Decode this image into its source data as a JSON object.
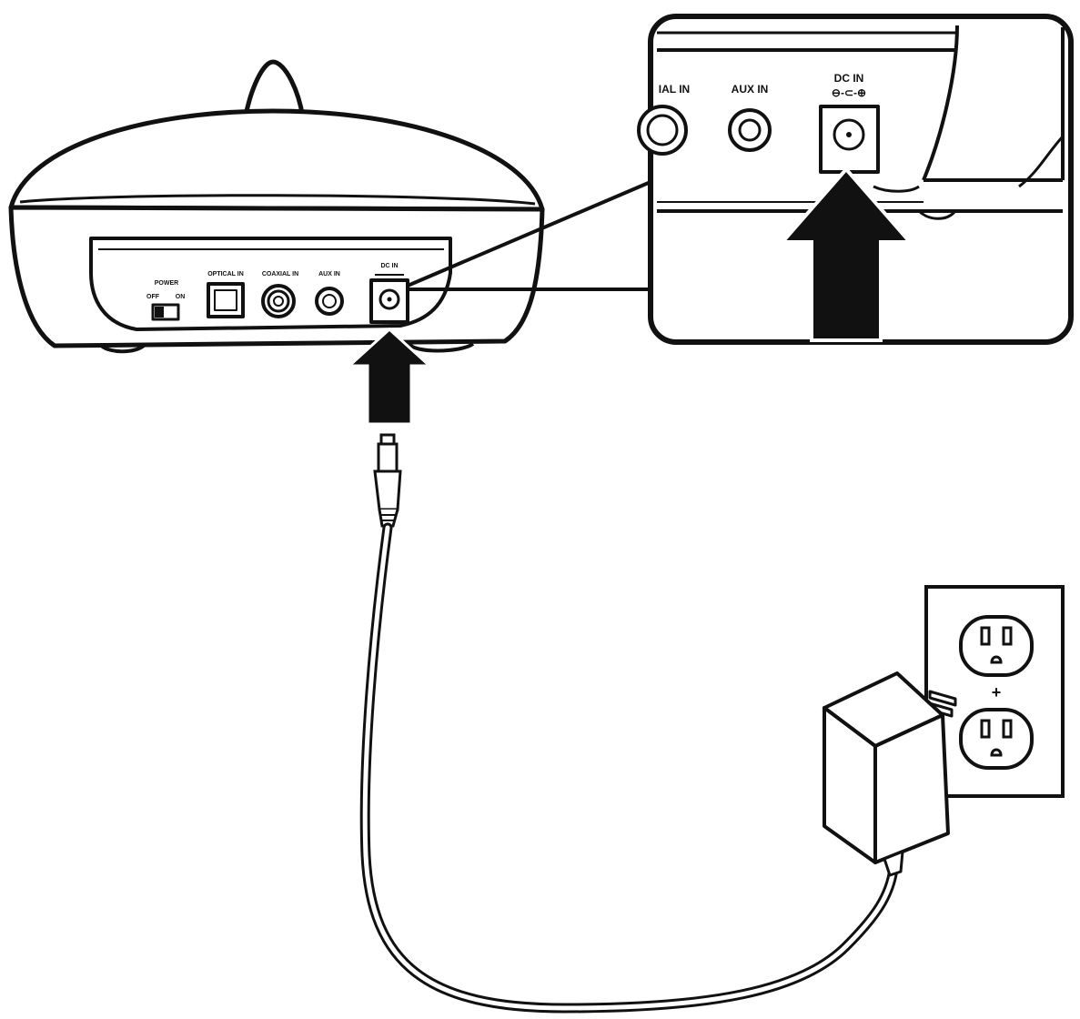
{
  "colors": {
    "ink": "#111111",
    "paper": "#ffffff",
    "shade": "#e9e9e9"
  },
  "device_panel": {
    "power_label": "POWER",
    "power_off_label": "OFF",
    "power_on_label": "ON",
    "optical_label": "OPTICAL IN",
    "coaxial_label": "COAXIAL IN",
    "aux_label": "AUX IN",
    "dc_label": "DC IN"
  },
  "zoom_inset": {
    "partial_label": "IAL IN",
    "aux_label": "AUX IN",
    "dc_label": "DC IN",
    "polarity_symbol": "⊖-⊂-⊕"
  },
  "outlet": {
    "screw_symbol": "+"
  },
  "icons": [
    "up-arrow-icon",
    "power-adapter-icon",
    "wall-outlet-icon",
    "dc-plug-icon"
  ]
}
